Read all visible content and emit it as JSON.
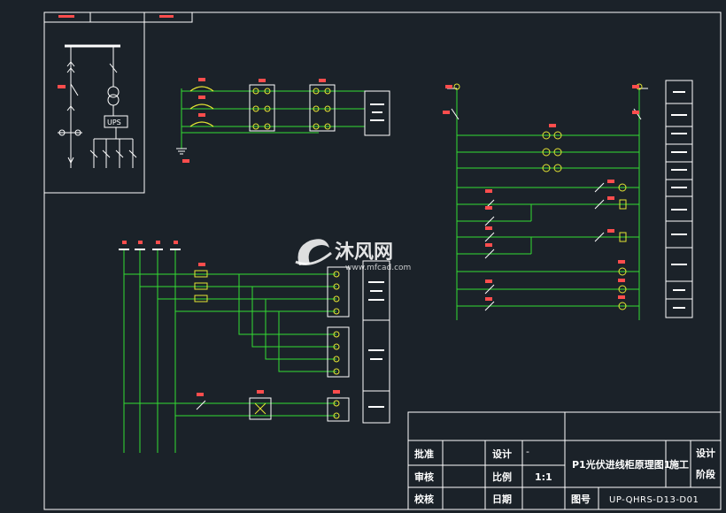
{
  "title_block": {
    "approve_label": "批准",
    "review_label": "审核",
    "check_label": "校核",
    "design_label": "设计",
    "design_value": "-",
    "scale_label": "比例",
    "scale_value": "1:1",
    "date_label": "日期",
    "drawing_title": "P1光伏进线柜原理图1",
    "stage_label": "施工",
    "design_stage_label": "设计",
    "stage_sub_label": "阶段",
    "drawing_no_label": "图号",
    "drawing_no": "UP-QHRS-D13-D01"
  },
  "single_line": {
    "ups_label": "UPS"
  },
  "watermark": {
    "brand": "沐风网",
    "url": "www.mfcad.com"
  },
  "colors": {
    "background": "#1b2229",
    "frame": "#ffffff",
    "wire_green": "#33dd33",
    "wire_yellow": "#e6e633",
    "label_red": "#ff4d4d",
    "device_white": "#ffffff"
  }
}
